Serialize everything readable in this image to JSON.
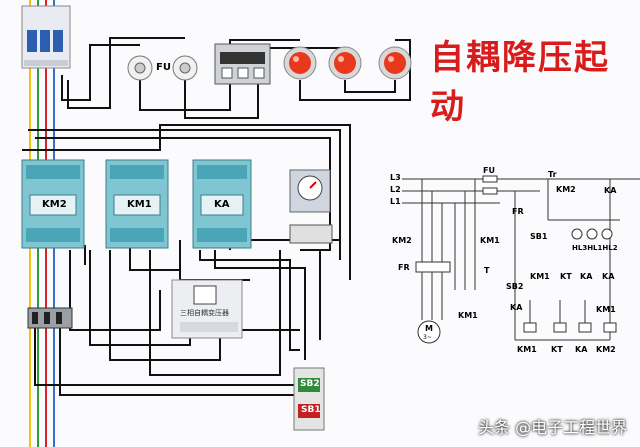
{
  "title": "自耦降压起动",
  "watermark": "头条 @电子工程世界",
  "components": {
    "fuse_label": "FU",
    "contactor_1": "KM2",
    "contactor_2": "KM1",
    "contactor_3": "KA",
    "transformer_label": "三相自耦变压器",
    "button_start": "SB2",
    "button_stop": "SB1"
  },
  "schematic": {
    "phases": [
      "L3",
      "L2",
      "L1"
    ],
    "fu": "FU",
    "tr": "Tr",
    "fr": "FR",
    "sb1": "SB1",
    "km2_main": "KM2",
    "km1_main": "KM1",
    "km1_motor": "KM1",
    "t_label": "T",
    "motor": "M",
    "motor_sub": "3~",
    "sb2": "SB2",
    "ctrl_km1": "KM1",
    "ctrl_kt": "KT",
    "ctrl_ka": "KA",
    "ctrl_ka2": "KA",
    "ctrl_km1_b": "KM1",
    "km2_lamp": "KM2",
    "ka_lamp": "KA",
    "lamps": "HL3HL1HL2",
    "coils": [
      "KM1",
      "KT",
      "KA",
      "KM2"
    ]
  },
  "colors": {
    "title": "#d81b1b",
    "wire": "#111111",
    "contactor_body": "#5fb9c8",
    "lamp": "#e8391e"
  }
}
